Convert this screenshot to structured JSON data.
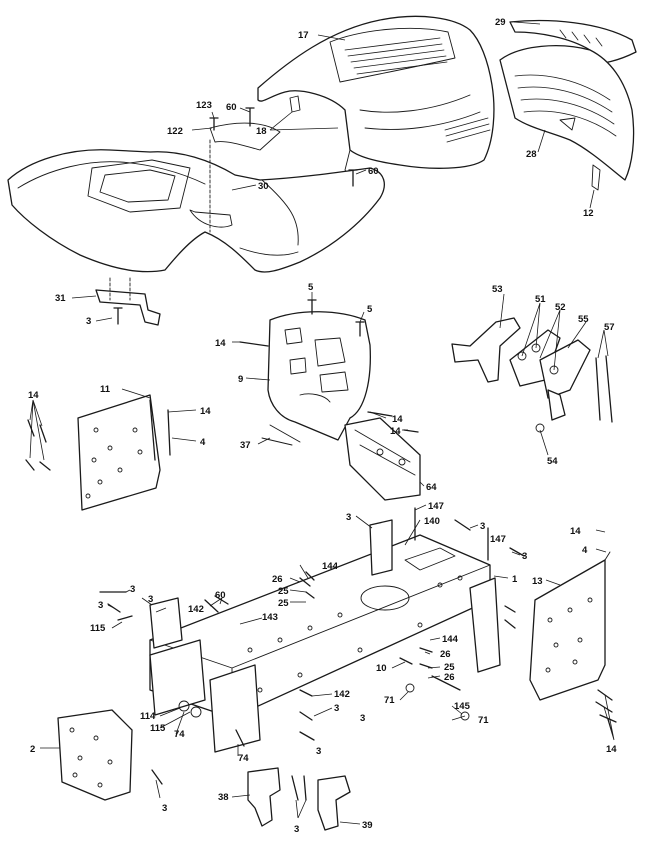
{
  "colors": {
    "ink": "#1a1a1a",
    "paper": "#ffffff"
  },
  "callouts": [
    {
      "id": "c17",
      "text": "17"
    },
    {
      "id": "c29",
      "text": "29"
    },
    {
      "id": "c123",
      "text": "123"
    },
    {
      "id": "c60a",
      "text": "60"
    },
    {
      "id": "c122",
      "text": "122"
    },
    {
      "id": "c18",
      "text": "18"
    },
    {
      "id": "c30",
      "text": "30"
    },
    {
      "id": "c60b",
      "text": "60"
    },
    {
      "id": "c28",
      "text": "28"
    },
    {
      "id": "c12",
      "text": "12"
    },
    {
      "id": "c31",
      "text": "31"
    },
    {
      "id": "c3a",
      "text": "3"
    },
    {
      "id": "c5a",
      "text": "5"
    },
    {
      "id": "c5b",
      "text": "5"
    },
    {
      "id": "c53",
      "text": "53"
    },
    {
      "id": "c51",
      "text": "51"
    },
    {
      "id": "c52",
      "text": "52"
    },
    {
      "id": "c55",
      "text": "55"
    },
    {
      "id": "c57",
      "text": "57"
    },
    {
      "id": "c14a",
      "text": "14"
    },
    {
      "id": "c9",
      "text": "9"
    },
    {
      "id": "c14b",
      "text": "14"
    },
    {
      "id": "c11",
      "text": "11"
    },
    {
      "id": "c14c",
      "text": "14"
    },
    {
      "id": "c4a",
      "text": "4"
    },
    {
      "id": "c14d",
      "text": "14"
    },
    {
      "id": "c14e",
      "text": "14"
    },
    {
      "id": "c37",
      "text": "37"
    },
    {
      "id": "c54",
      "text": "54"
    },
    {
      "id": "c64",
      "text": "64"
    },
    {
      "id": "c147a",
      "text": "147"
    },
    {
      "id": "c3b",
      "text": "3"
    },
    {
      "id": "c140",
      "text": "140"
    },
    {
      "id": "c3c",
      "text": "3"
    },
    {
      "id": "c147b",
      "text": "147"
    },
    {
      "id": "c14f",
      "text": "14"
    },
    {
      "id": "c3d",
      "text": "3"
    },
    {
      "id": "c4b",
      "text": "4"
    },
    {
      "id": "c1",
      "text": "1"
    },
    {
      "id": "c144a",
      "text": "144"
    },
    {
      "id": "c26a",
      "text": "26"
    },
    {
      "id": "c25a",
      "text": "25"
    },
    {
      "id": "c25b",
      "text": "25"
    },
    {
      "id": "c13",
      "text": "13"
    },
    {
      "id": "c3e",
      "text": "3"
    },
    {
      "id": "c3f",
      "text": "3"
    },
    {
      "id": "c60c",
      "text": "60"
    },
    {
      "id": "c3g",
      "text": "3"
    },
    {
      "id": "c142a",
      "text": "142"
    },
    {
      "id": "c143",
      "text": "143"
    },
    {
      "id": "c115a",
      "text": "115"
    },
    {
      "id": "c144b",
      "text": "144"
    },
    {
      "id": "c26b",
      "text": "26"
    },
    {
      "id": "c10",
      "text": "10"
    },
    {
      "id": "c25c",
      "text": "25"
    },
    {
      "id": "c26c",
      "text": "26"
    },
    {
      "id": "c71a",
      "text": "71"
    },
    {
      "id": "c142b",
      "text": "142"
    },
    {
      "id": "c145",
      "text": "145"
    },
    {
      "id": "c71b",
      "text": "71"
    },
    {
      "id": "c114",
      "text": "114"
    },
    {
      "id": "c3h",
      "text": "3"
    },
    {
      "id": "c115b",
      "text": "115"
    },
    {
      "id": "c74a",
      "text": "74"
    },
    {
      "id": "c3i",
      "text": "3"
    },
    {
      "id": "c3j",
      "text": "3"
    },
    {
      "id": "c74b",
      "text": "74"
    },
    {
      "id": "c14g",
      "text": "14"
    },
    {
      "id": "c2",
      "text": "2"
    },
    {
      "id": "c3k",
      "text": "3"
    },
    {
      "id": "c38",
      "text": "38"
    },
    {
      "id": "c3l",
      "text": "3"
    },
    {
      "id": "c39",
      "text": "39"
    }
  ]
}
